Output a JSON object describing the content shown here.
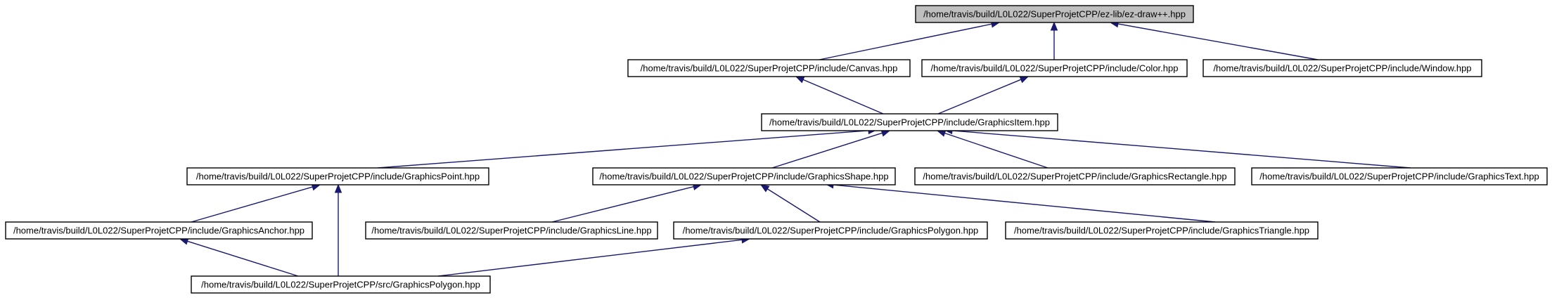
{
  "nodes": [
    {
      "id": "ezdraw",
      "label": "/home/travis/build/L0L022/SuperProjetCPP/ez-lib/ez-draw++.hpp",
      "highlighted": true
    },
    {
      "id": "canvas",
      "label": "/home/travis/build/L0L022/SuperProjetCPP/include/Canvas.hpp"
    },
    {
      "id": "color",
      "label": "/home/travis/build/L0L022/SuperProjetCPP/include/Color.hpp"
    },
    {
      "id": "window",
      "label": "/home/travis/build/L0L022/SuperProjetCPP/include/Window.hpp"
    },
    {
      "id": "item",
      "label": "/home/travis/build/L0L022/SuperProjetCPP/include/GraphicsItem.hpp"
    },
    {
      "id": "point",
      "label": "/home/travis/build/L0L022/SuperProjetCPP/include/GraphicsPoint.hpp"
    },
    {
      "id": "shape",
      "label": "/home/travis/build/L0L022/SuperProjetCPP/include/GraphicsShape.hpp"
    },
    {
      "id": "rect",
      "label": "/home/travis/build/L0L022/SuperProjetCPP/include/GraphicsRectangle.hpp"
    },
    {
      "id": "text",
      "label": "/home/travis/build/L0L022/SuperProjetCPP/include/GraphicsText.hpp"
    },
    {
      "id": "anchor",
      "label": "/home/travis/build/L0L022/SuperProjetCPP/include/GraphicsAnchor.hpp"
    },
    {
      "id": "line",
      "label": "/home/travis/build/L0L022/SuperProjetCPP/include/GraphicsLine.hpp"
    },
    {
      "id": "polygon",
      "label": "/home/travis/build/L0L022/SuperProjetCPP/include/GraphicsPolygon.hpp"
    },
    {
      "id": "triangle",
      "label": "/home/travis/build/L0L022/SuperProjetCPP/include/GraphicsTriangle.hpp"
    },
    {
      "id": "srcpolygon",
      "label": "/home/travis/build/L0L022/SuperProjetCPP/src/GraphicsPolygon.hpp"
    }
  ],
  "edges": [
    {
      "from": "canvas",
      "to": "ezdraw"
    },
    {
      "from": "color",
      "to": "ezdraw"
    },
    {
      "from": "window",
      "to": "ezdraw"
    },
    {
      "from": "item",
      "to": "canvas"
    },
    {
      "from": "item",
      "to": "color"
    },
    {
      "from": "point",
      "to": "item"
    },
    {
      "from": "shape",
      "to": "item"
    },
    {
      "from": "rect",
      "to": "item"
    },
    {
      "from": "text",
      "to": "item"
    },
    {
      "from": "anchor",
      "to": "point"
    },
    {
      "from": "srcpolygon",
      "to": "point"
    },
    {
      "from": "line",
      "to": "shape"
    },
    {
      "from": "polygon",
      "to": "shape"
    },
    {
      "from": "triangle",
      "to": "shape"
    },
    {
      "from": "srcpolygon",
      "to": "anchor"
    },
    {
      "from": "srcpolygon",
      "to": "polygon"
    }
  ],
  "colors": {
    "edge": "#191970",
    "highlight_fill": "#bfbfbf",
    "node_fill": "#ffffff",
    "node_stroke": "#000000"
  }
}
